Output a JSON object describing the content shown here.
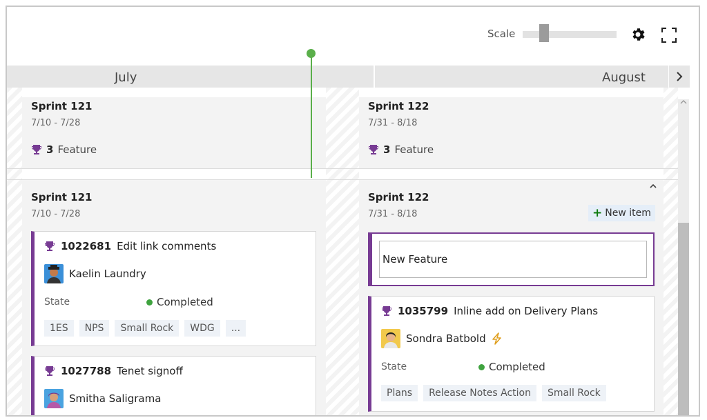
{
  "toolbar": {
    "scale_label": "Scale",
    "scale_value": 0.23,
    "settings_icon": "gear-icon",
    "fullscreen_icon": "fullscreen-icon"
  },
  "timeline": {
    "months": [
      "July",
      "August"
    ],
    "next_icon": "chevron-right-icon"
  },
  "summary_row": {
    "sprints": [
      {
        "title": "Sprint 121",
        "dates": "7/10 - 7/28",
        "count": "3",
        "type": "Feature"
      },
      {
        "title": "Sprint 122",
        "dates": "7/31 - 8/18",
        "count": "3",
        "type": "Feature"
      }
    ]
  },
  "detail_row": {
    "sprints": [
      {
        "title": "Sprint 121",
        "dates": "7/10 - 7/28"
      },
      {
        "title": "Sprint 122",
        "dates": "7/31 - 8/18"
      }
    ],
    "new_item_label": "New item",
    "collapse_icon": "chevron-up-icon"
  },
  "cards": [
    {
      "id": "1022681",
      "title": "Edit link comments",
      "assignee": "Kaelin Laundry",
      "state_label": "State",
      "state": "Completed",
      "tags": [
        "1ES",
        "NPS",
        "Small Rock",
        "WDG",
        "..."
      ]
    },
    {
      "id": "1027788",
      "title": "Tenet signoff",
      "assignee": "Smitha Saligrama"
    },
    {
      "id": "1035799",
      "title": "Inline add on Delivery Plans",
      "assignee": "Sondra Batbold",
      "state_label": "State",
      "state": "Completed",
      "tags": [
        "Plans",
        "Release Notes Action",
        "Small Rock"
      ]
    }
  ],
  "new_card": {
    "value": "New Feature"
  },
  "colors": {
    "feature": "#773b93",
    "today": "#5aaf4a",
    "completed": "#3fa33f"
  }
}
